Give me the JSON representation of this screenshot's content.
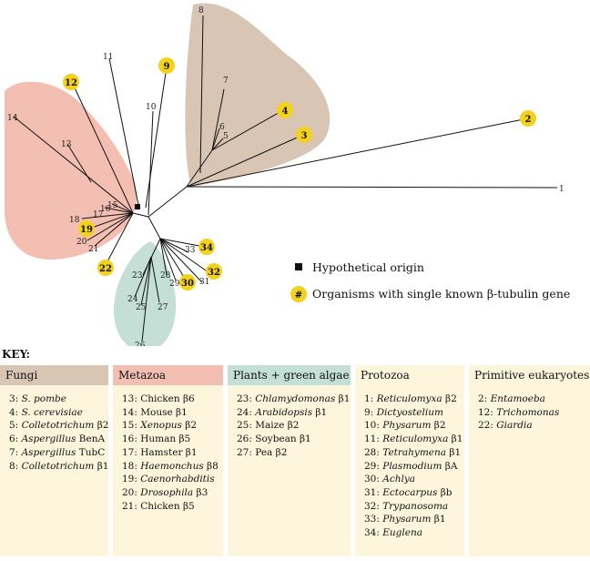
{
  "colors": {
    "fungi": "#d8c5b4",
    "metazoa": "#f3bfb3",
    "plants": "#c3dfd6",
    "protozoa": "#fdf6dc",
    "primitive": "#fdf6dc",
    "badge": "#f4d21b",
    "panel": "#fdf6dc"
  },
  "tree": {
    "leaves": [
      {
        "id": "1",
        "label": "1",
        "badge": false
      },
      {
        "id": "2",
        "label": "2",
        "badge": true
      },
      {
        "id": "3",
        "label": "3",
        "badge": true
      },
      {
        "id": "4",
        "label": "4",
        "badge": true
      },
      {
        "id": "5",
        "label": "5",
        "badge": false
      },
      {
        "id": "6",
        "label": "6",
        "badge": false
      },
      {
        "id": "7",
        "label": "7",
        "badge": false
      },
      {
        "id": "8",
        "label": "8",
        "badge": false
      },
      {
        "id": "9",
        "label": "9",
        "badge": true
      },
      {
        "id": "10",
        "label": "10",
        "badge": false
      },
      {
        "id": "11",
        "label": "11",
        "badge": false
      },
      {
        "id": "12",
        "label": "12",
        "badge": true
      },
      {
        "id": "13",
        "label": "13",
        "badge": false
      },
      {
        "id": "14",
        "label": "14",
        "badge": false
      },
      {
        "id": "15",
        "label": "15",
        "badge": false
      },
      {
        "id": "16",
        "label": "16",
        "badge": false
      },
      {
        "id": "17",
        "label": "17",
        "badge": false
      },
      {
        "id": "18",
        "label": "18",
        "badge": false
      },
      {
        "id": "19",
        "label": "19",
        "badge": true
      },
      {
        "id": "20",
        "label": "20",
        "badge": false
      },
      {
        "id": "21",
        "label": "21",
        "badge": false
      },
      {
        "id": "22",
        "label": "22",
        "badge": true
      },
      {
        "id": "23",
        "label": "23",
        "badge": false
      },
      {
        "id": "24",
        "label": "24",
        "badge": false
      },
      {
        "id": "25",
        "label": "25",
        "badge": false
      },
      {
        "id": "26",
        "label": "26",
        "badge": false
      },
      {
        "id": "27",
        "label": "27",
        "badge": false
      },
      {
        "id": "28",
        "label": "28",
        "badge": false
      },
      {
        "id": "29",
        "label": "29",
        "badge": false
      },
      {
        "id": "30",
        "label": "30",
        "badge": true
      },
      {
        "id": "31",
        "label": "31",
        "badge": false
      },
      {
        "id": "32",
        "label": "32",
        "badge": true
      },
      {
        "id": "33",
        "label": "33",
        "badge": false
      },
      {
        "id": "34",
        "label": "34",
        "badge": true
      }
    ]
  },
  "legend": {
    "origin_label": "Hypothetical origin",
    "badge_symbol": "#",
    "badge_label": "Organisms with single known β-tubulin gene"
  },
  "key": {
    "title": "KEY:",
    "columns": [
      {
        "header": "Fungi",
        "items": [
          {
            "num": "3:",
            "org": "S. pombe",
            "suffix": ""
          },
          {
            "num": "4:",
            "org": "S. cerevisiae",
            "suffix": ""
          },
          {
            "num": "5:",
            "org": "Colletotrichum",
            "suffix": " β2"
          },
          {
            "num": "6:",
            "org": "Aspergillus",
            "suffix": " BenA"
          },
          {
            "num": "7:",
            "org": "Aspergillus",
            "suffix": " TubC"
          },
          {
            "num": "8:",
            "org": "Colletotrichum",
            "suffix": " β1"
          }
        ]
      },
      {
        "header": "Metazoa",
        "items": [
          {
            "num": "13:",
            "org": "",
            "suffix": "Chicken β6"
          },
          {
            "num": "14:",
            "org": "",
            "suffix": "Mouse β1"
          },
          {
            "num": "15:",
            "org": "Xenopus",
            "suffix": " β2"
          },
          {
            "num": "16:",
            "org": "",
            "suffix": "Human β5"
          },
          {
            "num": "17:",
            "org": "",
            "suffix": "Hamster β1"
          },
          {
            "num": "18:",
            "org": "Haemonchus",
            "suffix": " β8"
          },
          {
            "num": "19:",
            "org": "Caenorhabditis",
            "suffix": ""
          },
          {
            "num": "20:",
            "org": "Drosophila",
            "suffix": " β3"
          },
          {
            "num": "21:",
            "org": "",
            "suffix": "Chicken β5"
          }
        ]
      },
      {
        "header": "Plants + green algae",
        "items": [
          {
            "num": "23:",
            "org": "Chlamydomonas",
            "suffix": " β1"
          },
          {
            "num": "24:",
            "org": "Arabidopsis",
            "suffix": " β1"
          },
          {
            "num": "25:",
            "org": "",
            "suffix": "Maize β2"
          },
          {
            "num": "26:",
            "org": "",
            "suffix": "Soybean β1"
          },
          {
            "num": "27:",
            "org": "",
            "suffix": "Pea β2"
          }
        ]
      },
      {
        "header": "Protozoa",
        "items": [
          {
            "num": "1:",
            "org": "Reticulomyxa",
            "suffix": " β2"
          },
          {
            "num": "9:",
            "org": "Dictyostelium",
            "suffix": ""
          },
          {
            "num": "10:",
            "org": "Physarum",
            "suffix": " β2"
          },
          {
            "num": "11:",
            "org": "Reticulomyxa",
            "suffix": " β1"
          },
          {
            "num": "28:",
            "org": "Tetrahymena",
            "suffix": " β1"
          },
          {
            "num": "29:",
            "org": "Plasmodium",
            "suffix": " βA"
          },
          {
            "num": "30:",
            "org": "Achlya",
            "suffix": ""
          },
          {
            "num": "31:",
            "org": "Ectocarpus",
            "suffix": " βb"
          },
          {
            "num": "32:",
            "org": "Trypanosoma",
            "suffix": ""
          },
          {
            "num": "33:",
            "org": "Physarum",
            "suffix": " β1"
          },
          {
            "num": "34:",
            "org": "Euglena",
            "suffix": ""
          }
        ]
      },
      {
        "header": "Primitive eukaryotes",
        "items": [
          {
            "num": "2:",
            "org": "Entamoeba",
            "suffix": ""
          },
          {
            "num": "12:",
            "org": "Trichomonas",
            "suffix": ""
          },
          {
            "num": "22:",
            "org": "Giardia",
            "suffix": ""
          }
        ]
      }
    ]
  }
}
